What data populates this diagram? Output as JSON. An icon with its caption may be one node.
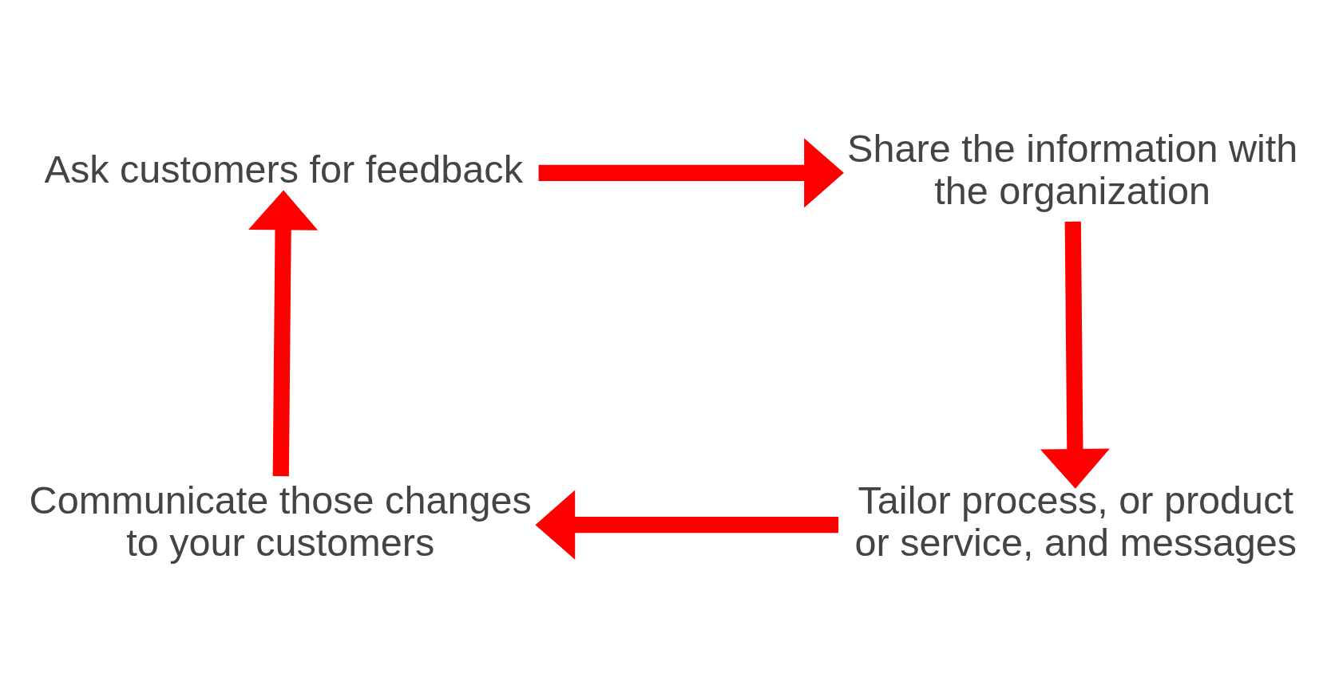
{
  "diagram": {
    "nodes": [
      {
        "text": [
          "Ask customers for feedback"
        ]
      },
      {
        "text": [
          "Share the information with the organization"
        ]
      },
      {
        "text": [
          "Tailor process, or product or service, and messages"
        ]
      },
      {
        "text": [
          "Communicate those changes to your customers"
        ]
      }
    ],
    "edges": [
      {
        "from": 0,
        "to": 1,
        "arrow": "to"
      },
      {
        "from": 1,
        "to": 2,
        "arrow": "to"
      },
      {
        "from": 2,
        "to": 3,
        "arrow": "to"
      },
      {
        "from": 3,
        "to": 0,
        "arrow": "to"
      }
    ]
  }
}
